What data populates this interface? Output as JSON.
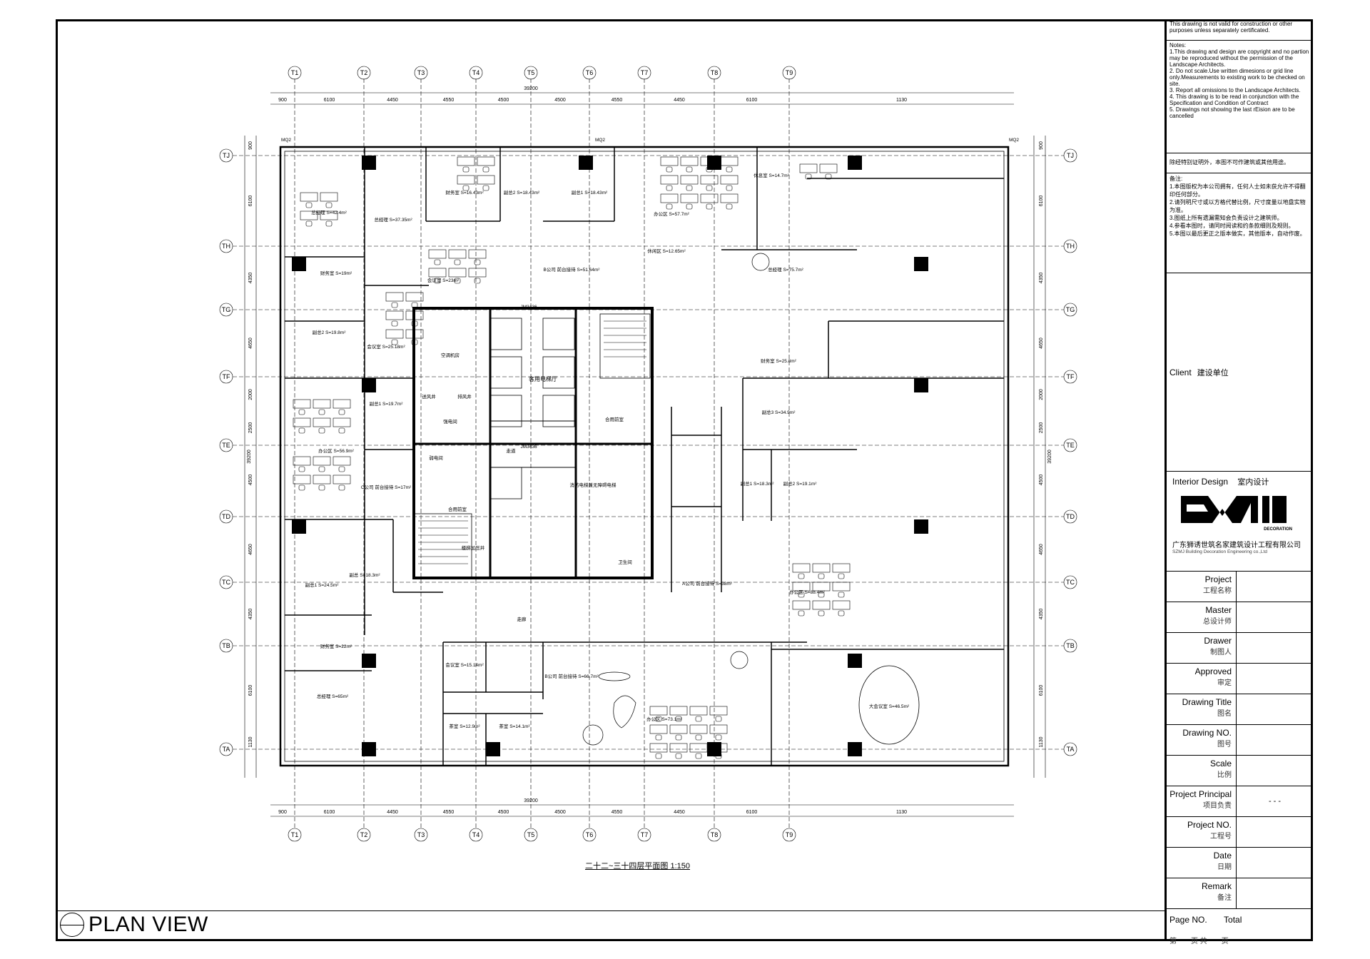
{
  "plan_title": "二十二~三十四层平面图 1:150",
  "plan_view": "PLAN VIEW",
  "grid_top": [
    "T1",
    "T2",
    "T3",
    "T4",
    "T5",
    "T6",
    "T7",
    "T8",
    "T9"
  ],
  "grid_left": [
    "TJ",
    "TH",
    "TG",
    "TF",
    "TE",
    "TD",
    "TC",
    "TB",
    "TA"
  ],
  "dims_top": [
    "900",
    "6100",
    "4450",
    "4550",
    "4500",
    "4500",
    "4550",
    "4450",
    "6100",
    "1130"
  ],
  "dim_total": "39200",
  "dims_left": [
    "900",
    "6100",
    "4350",
    "4650",
    "2000",
    "2500",
    "4500",
    "4650",
    "4350",
    "6100",
    "1130"
  ],
  "rooms": {
    "zjl_tl": "总经理 S=42.4m²",
    "zjl2": "总经理 S=37.35m²",
    "cws_tl": "财务室 S=16.43m²",
    "fz2_t": "副总2 S=18.43m²",
    "fz1_t": "副总1 S=18.43m²",
    "bgq_tr": "办公区 S=57.7m²",
    "xxs": "休息室 S=14.7m²",
    "xxq": "休闲区 S=12.65m²",
    "zjl_r": "总经理 S=75.7m²",
    "cws_l": "财务室 S=19m²",
    "hys_1": "会议室 S=23m²",
    "bgs_front": "B公司 前台接待 S=51.64m²",
    "fz2_l": "副总2 S=19.8m²",
    "hys_2": "会议室 S=25.18m²",
    "ktjf": "空调机房",
    "kydt": "客用电梯厅",
    "cws_r": "财务室 S=25.8m²",
    "fz1_l": "副总1 S=19.7m²",
    "sfj": "送风井",
    "pfj": "排风井",
    "qdj": "强电间",
    "fz3_r": "副总3 S=34.9m²",
    "bgq_l": "办公区 S=56.9m²",
    "rdj": "弱电间",
    "zl": "走道",
    "fz1_r": "副总1 S=18.3m²",
    "fz2_r": "副总2 S=19.1m²",
    "cgs_front": "C公司 前台接待 S=17m²",
    "hyqs": "合用前室",
    "fz1_bl": "副总1 S=24.5m²",
    "fz_bl": "副总 S=18.3m²",
    "as_front": "A公司 前台接待 S=38m²",
    "bgq_r": "办公区 S=88.4m²",
    "zl_low": "走廊",
    "cws_bl": "财务室 S=22m²",
    "hys_3": "会议室 S=15.14m²",
    "bgs2_front": "B公司 前台接待 S=66.7m²",
    "zjl_bl": "总经理 S=65m²",
    "cs1": "茶室 S=12.9m²",
    "cs2": "茶室 S=14.1m²",
    "bgq_b": "办公区 S=73.1m²",
    "dhys": "大会议室 S=46.5m²",
    "ldt": "楼梯加压井",
    "ws": "卫生间",
    "xfdt": "消防电梯兼无障碍电梯"
  },
  "labels": {
    "mq": "MQ2",
    "jm": "JM3436"
  },
  "title_block": {
    "notice_en": "This drawing is not valid for construction or other purposes unless separately certificated.",
    "notes_head": "Notes:",
    "notes_en": [
      "1.This drawing and design are copyright and no partion may be reproduced without the permission of the Landscape Architects.",
      "2. Do not scale.Use written dimesions or grid line only.Measurements to existing work to be checked on site.",
      "3. Report all omissions to the Landscape Architects.",
      "4. This drawing is to be read in conjunction with the Specification and Condition of Contract",
      "5. Drawings not showing the last rEision are to be cancelled"
    ],
    "notice_cn": "除经特别证明外，本图不可作建筑或其他用途。",
    "notes_cn_head": "备注:",
    "notes_cn": [
      "1.本图版权为本公司拥有，任何人士如未获允许不得翻印任何部分。",
      "2.请列明尺寸或以方格代替比例，尺寸度量以地盘实物为准。",
      "3.图纸上所有遗漏需知会负责设计之建筑师。",
      "4.参看本图时，请同时阅读和约条款细则及规则。",
      "5.本图以最后更正之版本做实，其他版本，自动作废。"
    ],
    "client_label": "Client",
    "client_value": "建设单位",
    "interior_label": "Interior Design",
    "interior_cn": "室内设计",
    "logo_sub": "DECORATION",
    "company_cn": "广东狮诱世筑名家建筑设计工程有限公司",
    "company_en": "SZMJ Building Decoration Engineering co.,Ltd",
    "rows": [
      {
        "en": "Project",
        "cn": "工程名称",
        "value": ""
      },
      {
        "en": "Master",
        "cn": "总设计师",
        "value": ""
      },
      {
        "en": "Drawer",
        "cn": "制图人",
        "value": ""
      },
      {
        "en": "Approved",
        "cn": "审定",
        "value": ""
      },
      {
        "en": "Drawing Title",
        "cn": "图名",
        "value": ""
      },
      {
        "en": "Drawing NO.",
        "cn": "图号",
        "value": ""
      },
      {
        "en": "Scale",
        "cn": "比例",
        "value": ""
      },
      {
        "en": "Project Principal",
        "cn": "项目负责",
        "value": "- - -"
      },
      {
        "en": "Project NO.",
        "cn": "工程号",
        "value": ""
      },
      {
        "en": "Date",
        "cn": "日期",
        "value": ""
      },
      {
        "en": "Remark",
        "cn": "备注",
        "value": ""
      }
    ],
    "page_no": "Page NO.",
    "total": "Total",
    "page_cn": "第　　页 共　　页"
  }
}
